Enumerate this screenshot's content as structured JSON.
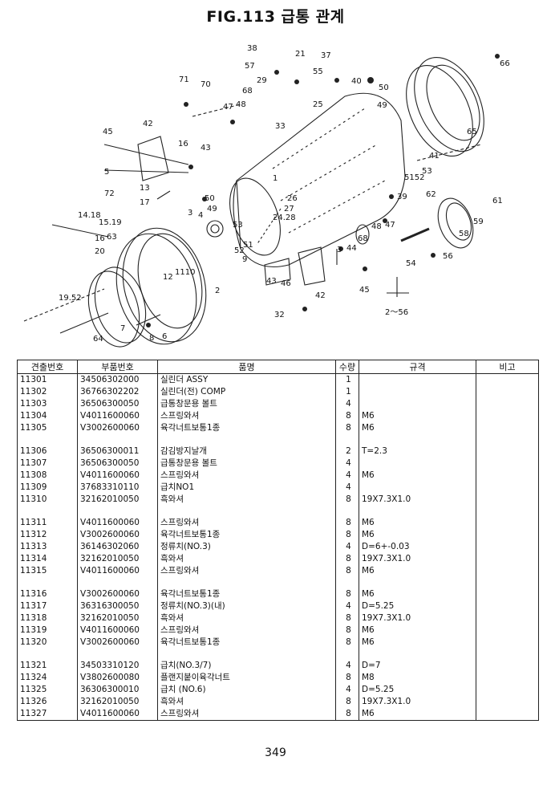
{
  "title": "FIG.113 급통 관계",
  "page_number": "349",
  "diagram": {
    "callouts": [
      "38",
      "57",
      "29",
      "21",
      "37",
      "55",
      "40",
      "50",
      "49",
      "66",
      "71",
      "70",
      "68",
      "47",
      "48",
      "25",
      "33",
      "42",
      "45",
      "16",
      "43",
      "65",
      "41",
      "5152",
      "53",
      "5",
      "72",
      "13",
      "17",
      "50",
      "49",
      "39",
      "62",
      "14.18",
      "15.19",
      "4",
      "3",
      "53",
      "26",
      "27",
      "24.28",
      "48",
      "47",
      "61",
      "59",
      "58",
      "16",
      "63",
      "20",
      "12",
      "1110",
      "2",
      "52",
      "51",
      "9",
      "43",
      "46",
      "3",
      "44",
      "68",
      "54",
      "56",
      "42",
      "45",
      "19.52",
      "32",
      "7",
      "8",
      "6",
      "64",
      "2～56",
      "1"
    ]
  },
  "table": {
    "headers": [
      "견출번호",
      "부품번호",
      "품명",
      "수량",
      "규격",
      "비고"
    ],
    "groups": [
      [
        {
          "no": "11301",
          "part": "34506302000",
          "name": "실린더 ASSY",
          "qty": "1",
          "spec": ""
        },
        {
          "no": "11302",
          "part": "36766302202",
          "name": "실린더(전) COMP",
          "qty": "1",
          "spec": ""
        },
        {
          "no": "11303",
          "part": "36506300050",
          "name": "급통창문용 볼트",
          "qty": "4",
          "spec": ""
        },
        {
          "no": "11304",
          "part": "V4011600060",
          "name": "스프링와셔",
          "qty": "8",
          "spec": "M6"
        },
        {
          "no": "11305",
          "part": "V3002600060",
          "name": "육각너트보통1종",
          "qty": "8",
          "spec": "M6"
        }
      ],
      [
        {
          "no": "11306",
          "part": "36506300011",
          "name": "감김방지날개",
          "qty": "2",
          "spec": "T=2.3"
        },
        {
          "no": "11307",
          "part": "36506300050",
          "name": "급통창문용 볼트",
          "qty": "4",
          "spec": ""
        },
        {
          "no": "11308",
          "part": "V4011600060",
          "name": "스프링와셔",
          "qty": "4",
          "spec": "M6"
        },
        {
          "no": "11309",
          "part": "37683310110",
          "name": "급치NO1",
          "qty": "4",
          "spec": ""
        },
        {
          "no": "11310",
          "part": "32162010050",
          "name": "흑와셔",
          "qty": "8",
          "spec": "19X7.3X1.0"
        }
      ],
      [
        {
          "no": "11311",
          "part": "V4011600060",
          "name": "스프링와셔",
          "qty": "8",
          "spec": "M6"
        },
        {
          "no": "11312",
          "part": "V3002600060",
          "name": "육각너트보통1종",
          "qty": "8",
          "spec": "M6"
        },
        {
          "no": "11313",
          "part": "36146302060",
          "name": "정류치(NO.3)",
          "qty": "4",
          "spec": "D=6+-0.03"
        },
        {
          "no": "11314",
          "part": "32162010050",
          "name": "흑와셔",
          "qty": "8",
          "spec": "19X7.3X1.0"
        },
        {
          "no": "11315",
          "part": "V4011600060",
          "name": "스프링와셔",
          "qty": "8",
          "spec": "M6"
        }
      ],
      [
        {
          "no": "11316",
          "part": "V3002600060",
          "name": "육각너트보통1종",
          "qty": "8",
          "spec": "M6"
        },
        {
          "no": "11317",
          "part": "36316300050",
          "name": "정류치(NO.3)(내)",
          "qty": "4",
          "spec": "D=5.25"
        },
        {
          "no": "11318",
          "part": "32162010050",
          "name": "흑와셔",
          "qty": "8",
          "spec": "19X7.3X1.0"
        },
        {
          "no": "11319",
          "part": "V4011600060",
          "name": "스프링와셔",
          "qty": "8",
          "spec": "M6"
        },
        {
          "no": "11320",
          "part": "V3002600060",
          "name": "육각너트보통1종",
          "qty": "8",
          "spec": "M6"
        }
      ],
      [
        {
          "no": "11321",
          "part": "34503310120",
          "name": "급치(NO.3/7)",
          "qty": "4",
          "spec": "D=7"
        },
        {
          "no": "11324",
          "part": "V3802600080",
          "name": "플랜지붙이육각너트",
          "qty": "8",
          "spec": "M8"
        },
        {
          "no": "11325",
          "part": "36306300010",
          "name": "급치 (NO.6)",
          "qty": "4",
          "spec": "D=5.25"
        },
        {
          "no": "11326",
          "part": "32162010050",
          "name": "흑와셔",
          "qty": "8",
          "spec": "19X7.3X1.0"
        },
        {
          "no": "11327",
          "part": "V4011600060",
          "name": "스프링와셔",
          "qty": "8",
          "spec": "M6"
        }
      ]
    ]
  }
}
